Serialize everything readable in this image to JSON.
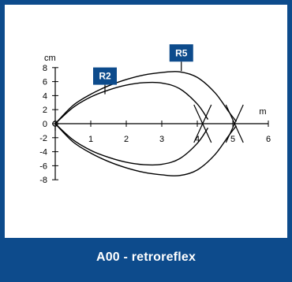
{
  "footer": {
    "title": "A00 - retroreflex"
  },
  "colors": {
    "brand_blue": "#0d4b8c",
    "line": "#000000",
    "background": "#ffffff"
  },
  "chart_data": {
    "type": "line",
    "title": "",
    "xlabel": "m",
    "ylabel": "cm",
    "xlim": [
      0,
      6
    ],
    "ylim": [
      -8,
      8
    ],
    "x_ticks": [
      1,
      2,
      3,
      4,
      5,
      6
    ],
    "y_ticks": [
      8,
      6,
      4,
      2,
      0,
      -2,
      -4,
      -6,
      -8
    ],
    "grid": false,
    "series": [
      {
        "name": "R2",
        "label_anchor": {
          "x": 1.4,
          "y": 4.2
        },
        "upper": [
          [
            0,
            0
          ],
          [
            0.5,
            2.3
          ],
          [
            1.0,
            3.8
          ],
          [
            1.5,
            4.8
          ],
          [
            2.0,
            5.5
          ],
          [
            2.5,
            5.85
          ],
          [
            3.0,
            5.8
          ],
          [
            3.5,
            5.0
          ],
          [
            4.0,
            2.8
          ],
          [
            4.3,
            0.6
          ]
        ],
        "lower": [
          [
            0,
            0
          ],
          [
            0.5,
            -2.3
          ],
          [
            1.0,
            -3.8
          ],
          [
            1.5,
            -4.8
          ],
          [
            2.0,
            -5.5
          ],
          [
            2.5,
            -5.85
          ],
          [
            3.0,
            -5.8
          ],
          [
            3.5,
            -5.0
          ],
          [
            4.0,
            -2.8
          ],
          [
            4.3,
            -0.6
          ]
        ]
      },
      {
        "name": "R5",
        "label_anchor": {
          "x": 3.55,
          "y": 7.5
        },
        "upper": [
          [
            0,
            0
          ],
          [
            0.5,
            2.6
          ],
          [
            1.0,
            4.2
          ],
          [
            1.5,
            5.4
          ],
          [
            2.0,
            6.3
          ],
          [
            2.5,
            6.95
          ],
          [
            3.0,
            7.3
          ],
          [
            3.5,
            7.4
          ],
          [
            4.0,
            6.6
          ],
          [
            4.5,
            4.4
          ],
          [
            4.9,
            1.6
          ],
          [
            5.1,
            0.3
          ]
        ],
        "lower": [
          [
            0,
            0
          ],
          [
            0.5,
            -2.6
          ],
          [
            1.0,
            -4.2
          ],
          [
            1.5,
            -5.4
          ],
          [
            2.0,
            -6.3
          ],
          [
            2.5,
            -6.95
          ],
          [
            3.0,
            -7.3
          ],
          [
            3.5,
            -7.4
          ],
          [
            4.0,
            -6.6
          ],
          [
            4.5,
            -4.4
          ],
          [
            4.9,
            -1.6
          ],
          [
            5.1,
            -0.3
          ]
        ]
      }
    ],
    "crossings": [
      {
        "x": 4.15,
        "y": 0
      },
      {
        "x": 5.05,
        "y": 0
      }
    ]
  }
}
